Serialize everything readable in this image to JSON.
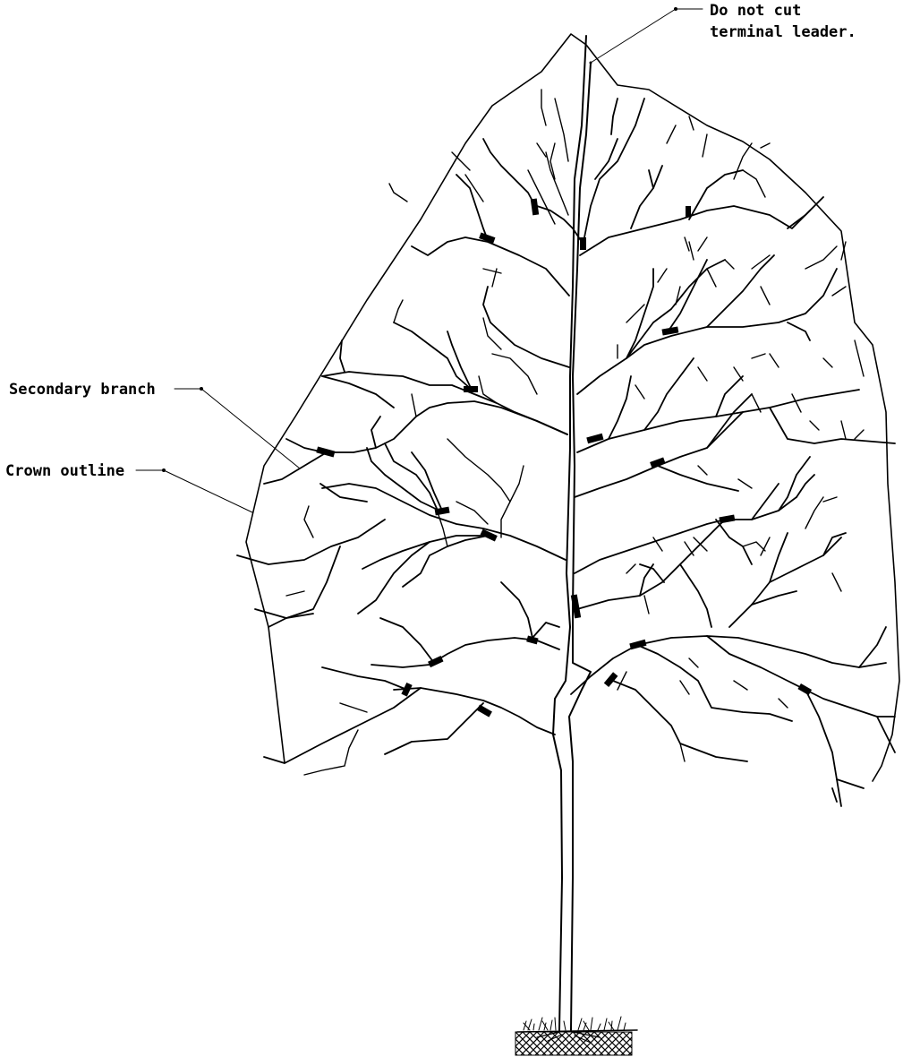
{
  "labels": {
    "leader_line1": "Do not cut",
    "leader_line2": "terminal leader.",
    "secondary_branch": "Secondary branch",
    "crown_outline": "Crown outline"
  },
  "colors": {
    "ink": "#000000",
    "background": "#ffffff"
  }
}
